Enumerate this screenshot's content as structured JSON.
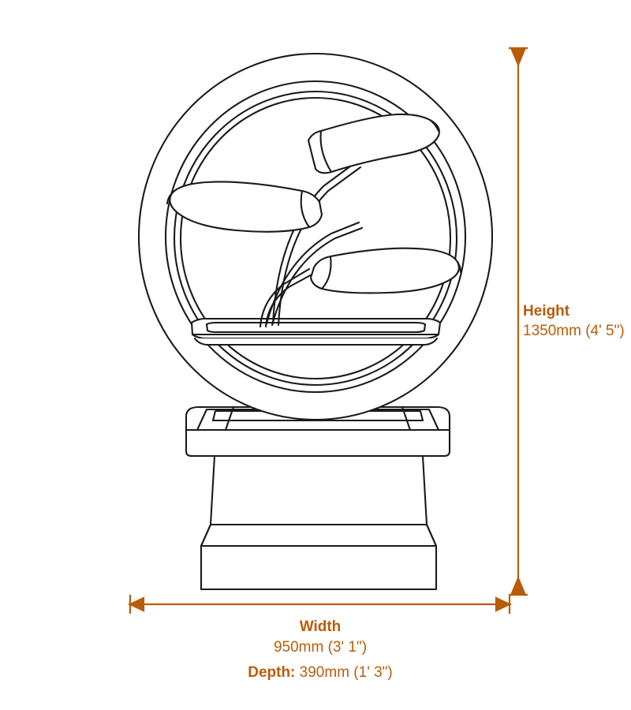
{
  "drawing": {
    "title": "Product dimension line drawing",
    "subject": "circular water feature on pedestal base",
    "line_color": "#1a1a1a",
    "fill_color": "#ffffff",
    "background": "#ffffff"
  },
  "dimensions": {
    "accent_color": "#b85c0a",
    "height": {
      "label": "Height",
      "value": "1350mm (4' 5\")",
      "mm": 1350,
      "imperial": "4' 5\""
    },
    "width": {
      "label": "Width",
      "value": "950mm (3' 1\")",
      "mm": 950,
      "imperial": "3' 1\""
    },
    "depth": {
      "label": "Depth:",
      "value": "390mm (1' 3\")",
      "mm": 390,
      "imperial": "1' 3\""
    }
  }
}
